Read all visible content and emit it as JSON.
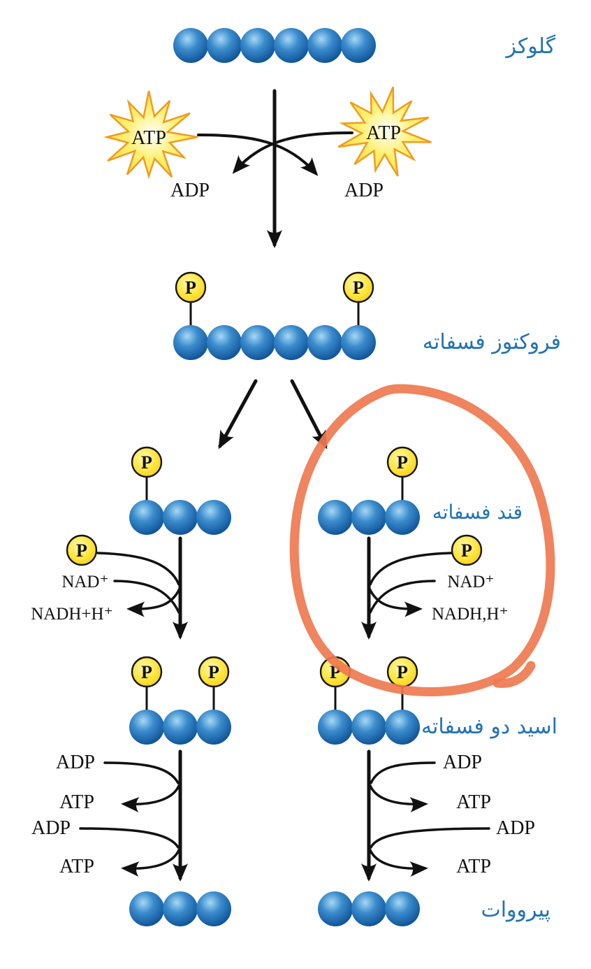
{
  "labels": {
    "glucose": "گلوکز",
    "fructose_phosphate": "فروکتوز فسفاته",
    "sugar_phosphate": "قند فسفاته",
    "acid_diphosphate": "اسید دو فسفاته",
    "pyruvate": "پیرووات"
  },
  "molecules": {
    "atp": "ATP",
    "adp": "ADP",
    "nad_plus": "NAD⁺",
    "nadh_plus_h": "NADH+H⁺",
    "nadh_comma_h": "NADH,H⁺",
    "phosphate": "P"
  },
  "colors": {
    "sphere_blue": "#1668b3",
    "sphere_highlight": "#a6d8f4",
    "phosphate_yellow": "#ffe43a",
    "burst_yellow": "#fff176",
    "burst_stroke": "#f29b1d",
    "label_blue": "#2272b5",
    "highlight_orange": "#ee7a50",
    "ink_black": "#111111"
  }
}
